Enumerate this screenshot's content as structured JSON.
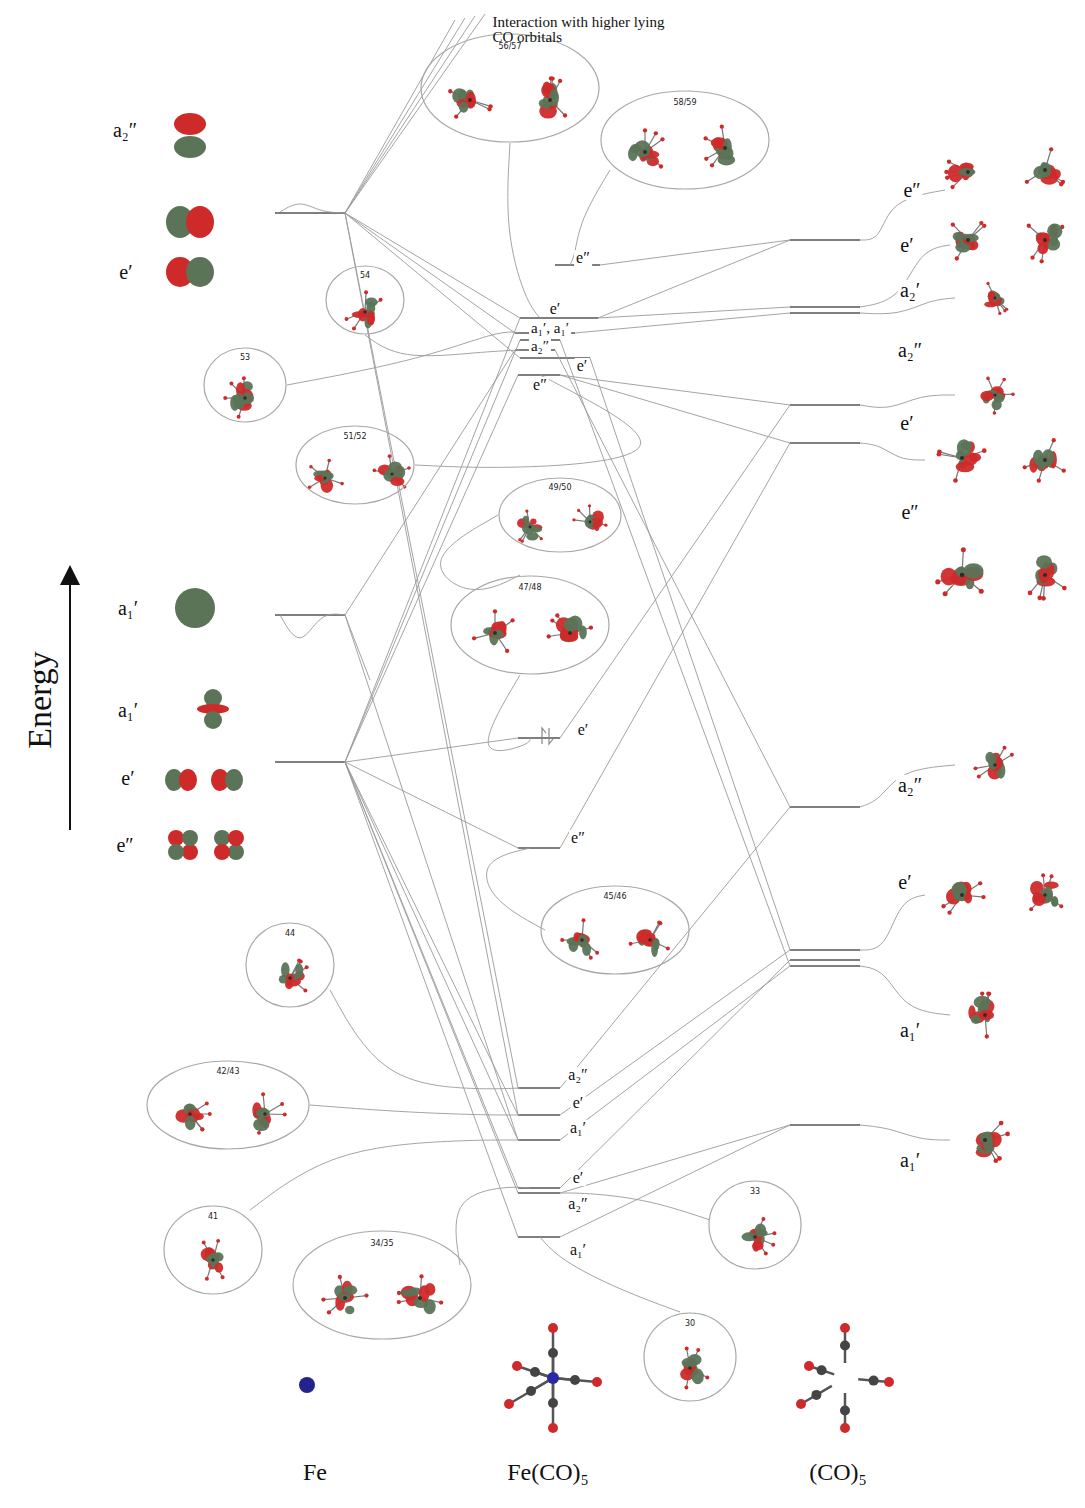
{
  "diagram": {
    "nodes": [
      {
        "text": [
          "56/57"
        ]
      },
      {
        "text": [
          "58/59"
        ]
      },
      {
        "text": [
          "54"
        ]
      },
      {
        "text": [
          "53"
        ]
      },
      {
        "text": [
          "51/52"
        ]
      },
      {
        "text": [
          "49/50"
        ]
      },
      {
        "text": [
          "47/48"
        ]
      },
      {
        "text": [
          "45/46"
        ]
      },
      {
        "text": [
          "44"
        ]
      },
      {
        "text": [
          "42/43"
        ]
      },
      {
        "text": [
          "41"
        ]
      },
      {
        "text": [
          "34/35"
        ]
      },
      {
        "text": [
          "33"
        ]
      },
      {
        "text": [
          "30"
        ]
      }
    ],
    "labels": [
      "Interaction with higher lying CO orbitals",
      "a₂″",
      "e′",
      "a₁′",
      "a₁′",
      "e′",
      "e″",
      "Energy",
      "e″",
      "e′",
      "a₁′, a₁′",
      "a₂″",
      "e′",
      "e″",
      "e′",
      "e″",
      "a₂″",
      "e′",
      "a₁′",
      "e′",
      "a₂″",
      "a₁′",
      "e″",
      "e′",
      "a₂′",
      "a₂″",
      "e′",
      "e″",
      "a₂″",
      "e′",
      "a₁′",
      "a₁′",
      "Fe",
      "Fe(CO)₅",
      "(CO)₅"
    ]
  }
}
